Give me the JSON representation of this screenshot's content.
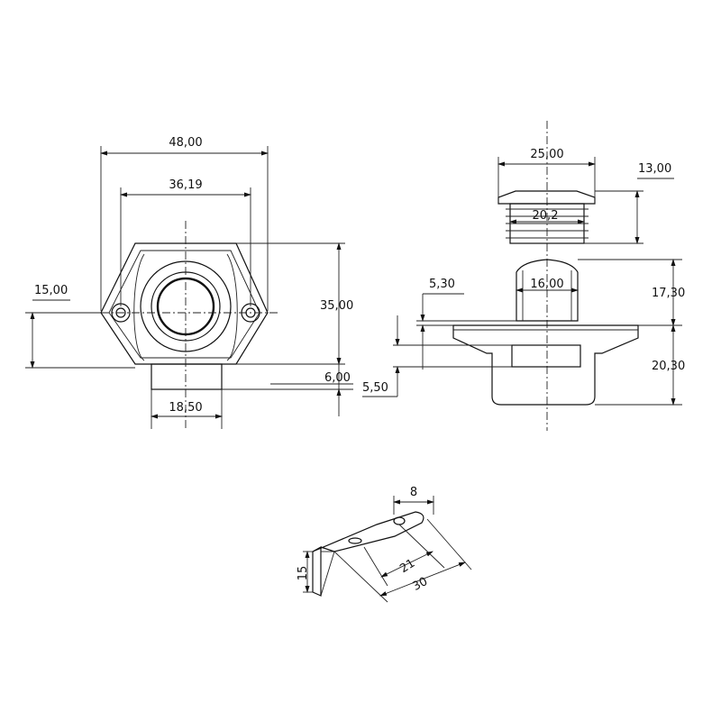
{
  "front_view": {
    "width_overall": "48,00",
    "hole_spacing": "36,19",
    "height": "35,00",
    "hole_offset": "15,00",
    "bottom_thickness": "6,00",
    "bottom_width": "18,50"
  },
  "side_view": {
    "flange_diameter": "25,00",
    "flange_height": "13,00",
    "thread_diameter": "20,2",
    "button_diameter": "16,00",
    "button_offset": "5,30",
    "upper_height": "17,30",
    "lower_height": "20,30",
    "lower_offset": "5,50"
  },
  "bracket": {
    "width": "8",
    "height": "15",
    "length_a": "21",
    "length_b": "30"
  }
}
